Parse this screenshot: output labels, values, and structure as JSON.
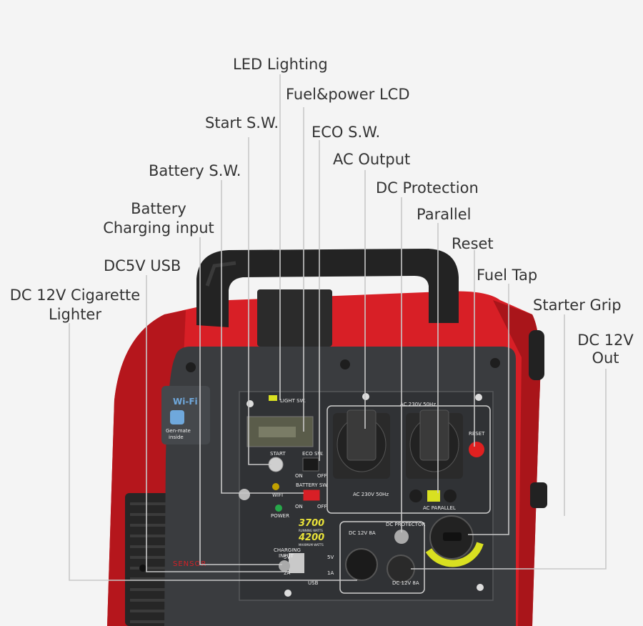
{
  "labels": {
    "led_lighting": "LED Lighting",
    "fuel_power_lcd": "Fuel&power LCD",
    "start_sw": "Start S.W.",
    "eco_sw": "ECO S.W.",
    "ac_output": "AC Output",
    "battery_sw": "Battery S.W.",
    "dc_protection": "DC Protection",
    "battery_charging_input_1": "Battery",
    "battery_charging_input_2": "Charging input",
    "parallel": "Parallel",
    "reset": "Reset",
    "dc5v_usb": "DC5V USB",
    "fuel_tap": "Fuel Tap",
    "dc12v_cig_1": "DC 12V Cigarette",
    "dc12v_cig_2": "Lighter",
    "starter_grip": "Starter Grip",
    "dc12v_out_1": "DC 12V",
    "dc12v_out_2": "Out"
  },
  "panel": {
    "wifi": "Wi-Fi",
    "gen_mate_1": "Gen-mate",
    "gen_mate_2": "inside",
    "light_sw": "LIGHT SW.",
    "start": "START",
    "eco_sw": "ECO SW.",
    "on": "ON",
    "off": "OFF",
    "wifi_small": "WIFI",
    "battery_sw": "BATTERY SW.",
    "power": "POWER",
    "running_watts": "3700",
    "running_watts_label": "RUNNING WATTS",
    "maximum_watts": "4200",
    "maximum_watts_label": "MAXIMUM WATTS",
    "charging_input_1": "CHARGING",
    "charging_input_2": "INPUT",
    "usb_5v_left": "5V",
    "usb_5v_right": "5V",
    "usb_2a": "2A",
    "usb_1a": "1A",
    "usb_label": "USB",
    "dc12v8a": "DC 12V 8A",
    "dc_protector": "DC PROTECTOR",
    "ac_230v_top": "AC 230V 50Hz",
    "ac_230v_bottom": "AC 230V 50Hz",
    "reset": "RESET",
    "ac_parallel": "AC PARALLEL",
    "dc_12v_8a_small": "DC 12V 8A",
    "brand": "SENSOR"
  },
  "colors": {
    "generator_red": "#d81f26",
    "panel_dark": "#3a3c3f",
    "accent_yellow": "#d9e021",
    "leader_line": "#c8c8c8"
  }
}
